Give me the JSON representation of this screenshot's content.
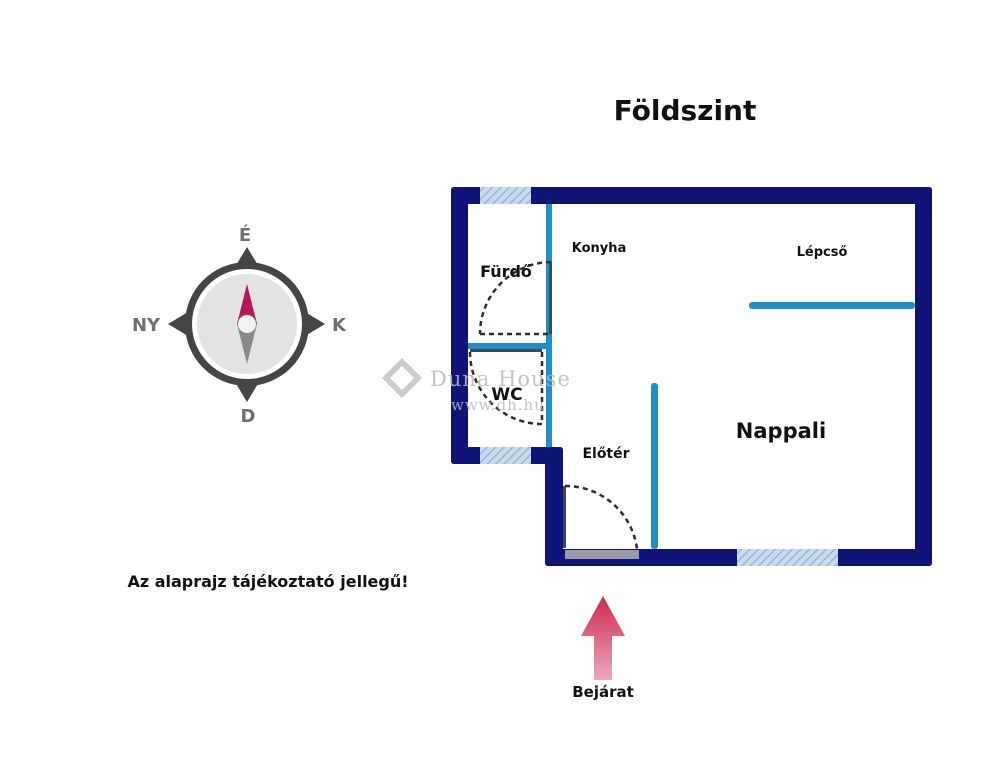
{
  "title": "Földszint",
  "disclaimer": "Az alaprajz tájékoztató jellegű!",
  "entrance_label": "Bejárat",
  "rooms": {
    "furdo": "Fürdő",
    "konyha": "Konyha",
    "lepcso": "Lépcső",
    "wc": "WC",
    "eloter": "Előtér",
    "nappali": "Nappali"
  },
  "compass": {
    "north": "É",
    "east": "K",
    "south": "D",
    "west": "NY"
  },
  "watermark": {
    "brand": "Duna House",
    "url": "www.dh.hu"
  },
  "colors": {
    "outer_wall": "#0f1578",
    "inner_wall": "#1f8fc7",
    "window": "#a9c4de",
    "door_arc": "#3a2a22",
    "arrow": "#c8274e",
    "compass_ring": "#454545",
    "compass_north": "#b3195c"
  }
}
